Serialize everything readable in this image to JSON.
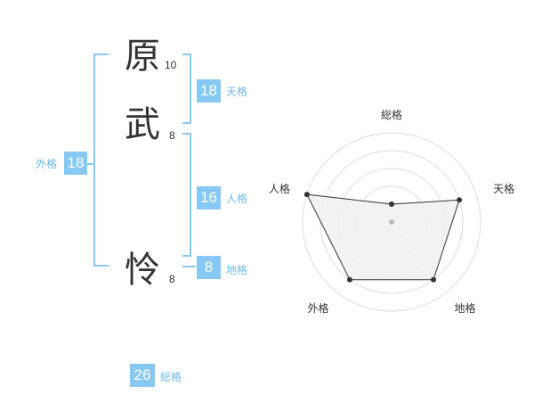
{
  "name": {
    "chars": [
      {
        "char": "原",
        "strokes": "10"
      },
      {
        "char": "武",
        "strokes": "8"
      },
      {
        "char": "怜",
        "strokes": "8"
      }
    ]
  },
  "kakusu": {
    "tenkaku": {
      "value": "18",
      "label": "天格"
    },
    "jinkaku": {
      "value": "16",
      "label": "人格"
    },
    "chikaku": {
      "value": "8",
      "label": "地格"
    },
    "gaikaku": {
      "value": "18",
      "label": "外格"
    },
    "soukaku": {
      "value": "26",
      "label": "総格"
    }
  },
  "chart_data": {
    "type": "radar",
    "axes": [
      "総格",
      "天格",
      "地格",
      "外格",
      "人格"
    ],
    "values": [
      1,
      4,
      4,
      4,
      5
    ],
    "rmax": 5,
    "rings": 5,
    "colors": {
      "fill": "#f0f0f0",
      "line": "#333333",
      "ring": "#dddddd",
      "center": "#bbbbbb"
    }
  }
}
